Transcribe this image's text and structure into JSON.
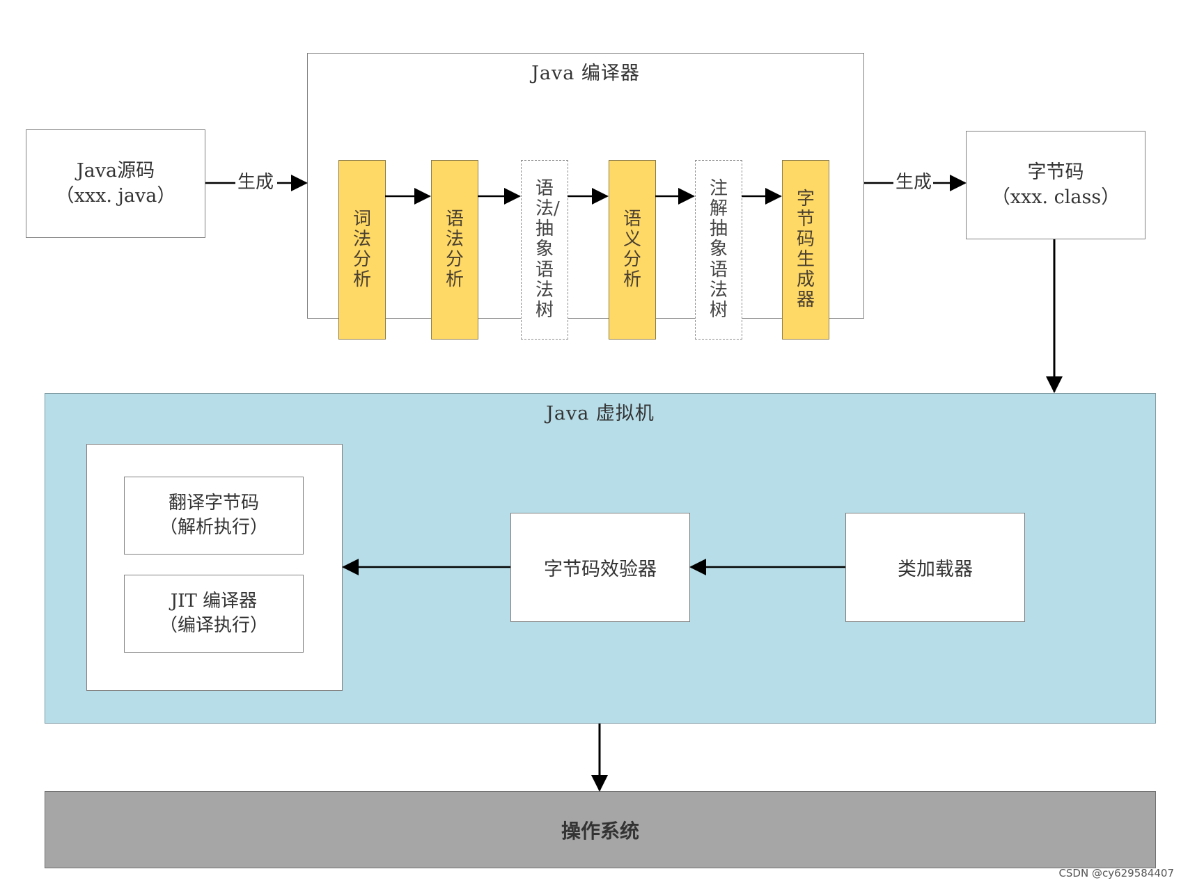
{
  "source": {
    "line1": "Java源码",
    "line2": "（xxx. java）"
  },
  "edge_generate_1": "生成",
  "compiler": {
    "title": "Java 编译器",
    "stages": [
      "词法分析",
      "语法分析",
      "语法/抽象语法树",
      "语义分析",
      "注解抽象语法树",
      "字节码生成器"
    ]
  },
  "edge_generate_2": "生成",
  "bytecode": {
    "line1": "字节码",
    "line2": "（xxx. class）"
  },
  "jvm": {
    "title": "Java 虚拟机",
    "interpreter": {
      "line1": "翻译字节码",
      "line2": "（解析执行）"
    },
    "jit": {
      "line1": "JIT 编译器",
      "line2": "（编译执行）"
    },
    "verifier": "字节码效验器",
    "classloader": "类加载器"
  },
  "os": "操作系统",
  "watermark": "CSDN @cy629584407",
  "colors": {
    "stage_fill": "#ffd966",
    "jvm_fill": "#b7dde8",
    "os_fill": "#a6a6a6"
  }
}
